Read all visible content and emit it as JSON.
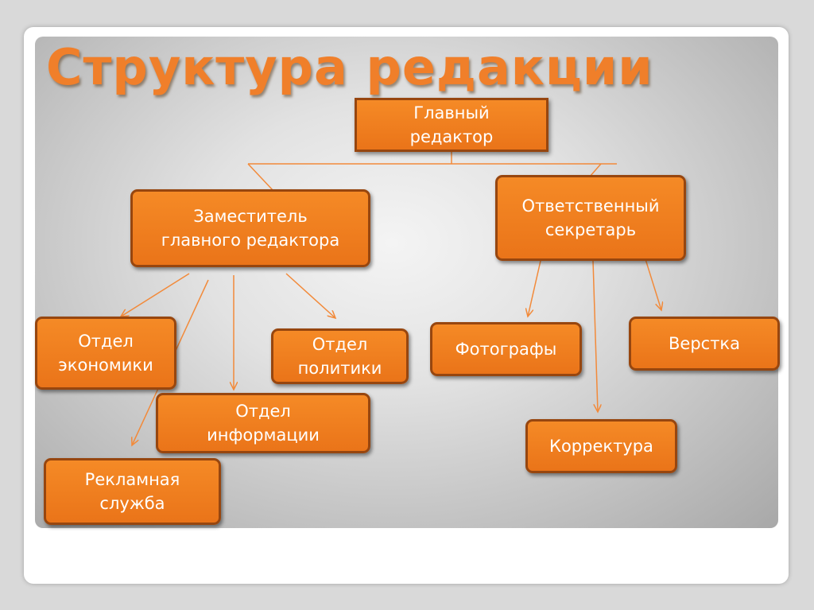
{
  "title": "Структура редакции",
  "nodes": {
    "chief": "Главный\nредактор",
    "deputy": "Заместитель\nглавного редактора",
    "secretary": "Ответственный\nсекретарь",
    "economics": "Отдел\nэкономики",
    "politics": "Отдел\nполитики",
    "information": "Отдел\nинформации",
    "advertising": "Рекламная\nслужба",
    "photographers": "Фотографы",
    "layout": "Верстка",
    "proofreading": "Корректура"
  },
  "colors": {
    "accent": "#f07f2a",
    "node_fill": "#f07f1f",
    "node_border": "#97460f",
    "connector": "#f28a3a"
  }
}
